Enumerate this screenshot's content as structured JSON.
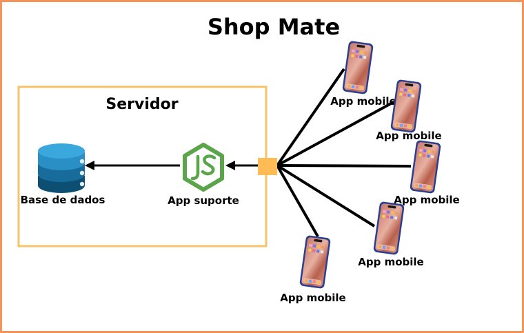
{
  "title": "Shop Mate",
  "server": {
    "label": "Servidor",
    "border_color": "#f7c26a",
    "database": {
      "label": "Base de dados",
      "icon": "database-icon"
    },
    "app_support": {
      "label": "App suporte",
      "icon": "nodejs-icon"
    }
  },
  "hub": {
    "color": "#ffbb55"
  },
  "frame_color": "#f4945a",
  "mobiles": [
    {
      "label": "App mobile",
      "icon": "smartphone-icon"
    },
    {
      "label": "App mobile",
      "icon": "smartphone-icon"
    },
    {
      "label": "App mobile",
      "icon": "smartphone-icon"
    },
    {
      "label": "App mobile",
      "icon": "smartphone-icon"
    },
    {
      "label": "App mobile",
      "icon": "smartphone-icon"
    }
  ]
}
